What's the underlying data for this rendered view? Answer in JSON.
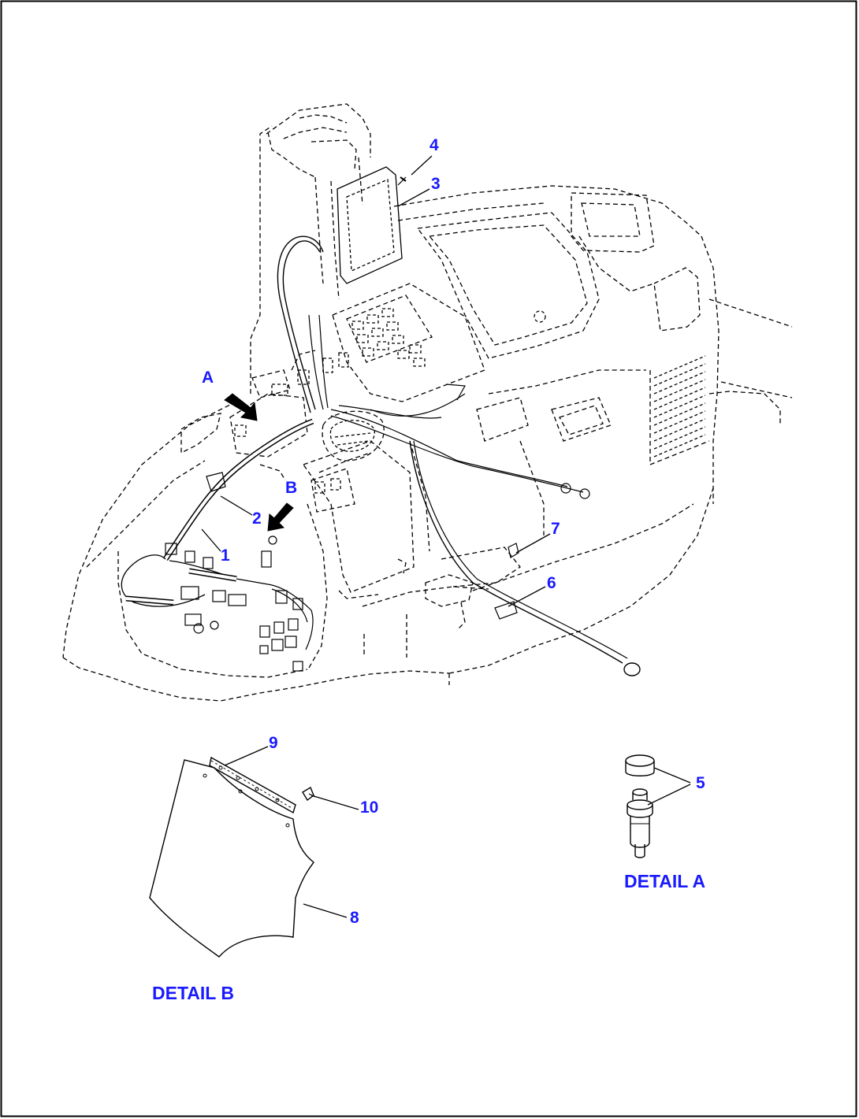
{
  "colors": {
    "label": "#1a1aff",
    "line": "#000000",
    "background": "#ffffff"
  },
  "callouts": {
    "c1": "1",
    "c2": "2",
    "c3": "3",
    "c4": "4",
    "c5": "5",
    "c6": "6",
    "c7": "7",
    "c8": "8",
    "c9": "9",
    "c10": "10"
  },
  "view_markers": {
    "a": "A",
    "b": "B"
  },
  "details": {
    "a_title": "DETAIL A",
    "b_title": "DETAIL B"
  }
}
